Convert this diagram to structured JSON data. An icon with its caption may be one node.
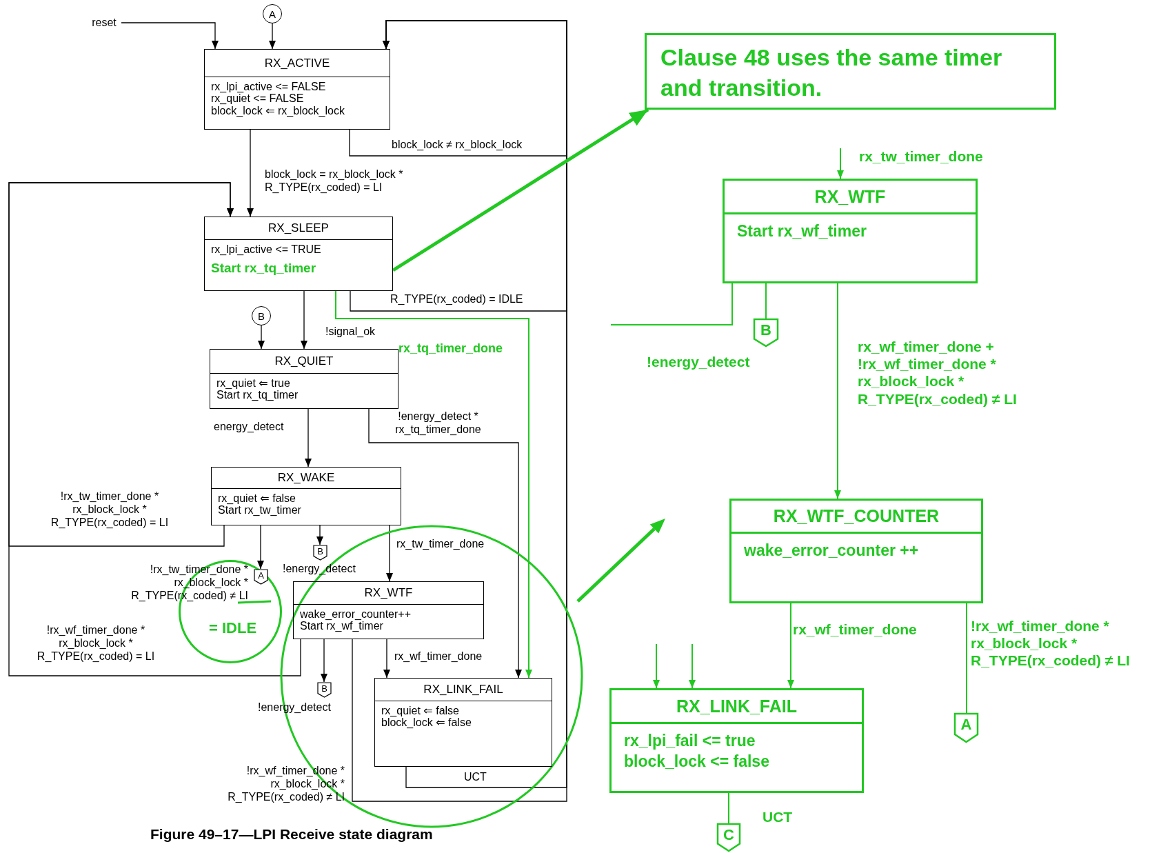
{
  "diagram": {
    "caption": "Figure 49–17—LPI Receive state diagram",
    "nodes": [
      {
        "text": [
          "reset"
        ]
      },
      {
        "text": [
          "A"
        ]
      },
      {
        "text": [
          "RX_ACTIVE",
          "rx_lpi_active <= FALSE",
          "rx_quiet <= FALSE",
          "block_lock ⇐ rx_block_lock"
        ]
      },
      {
        "text": [
          "RX_SLEEP",
          "rx_lpi_active <= TRUE",
          "Start rx_tq_timer"
        ]
      },
      {
        "text": [
          "B"
        ]
      },
      {
        "text": [
          "RX_QUIET",
          "rx_quiet ⇐ true",
          "Start rx_tq_timer"
        ]
      },
      {
        "text": [
          "RX_WAKE",
          "rx_quiet ⇐ false",
          "Start rx_tw_timer"
        ]
      },
      {
        "text": [
          "A"
        ],
        "in": 9
      },
      {
        "text": [
          "B"
        ]
      },
      {
        "text": [
          "= IDLE"
        ]
      },
      {
        "text": [
          "RX_WTF",
          "wake_error_counter++",
          "Start rx_wf_timer"
        ]
      },
      {
        "text": [
          "B"
        ]
      },
      {
        "text": [
          "RX_LINK_FAIL",
          "rx_quiet ⇐ false",
          "block_lock ⇐ false"
        ]
      },
      {
        "text": [
          "Clause 48 uses the same timer and transition."
        ]
      },
      {
        "text": [
          "RX_WTF",
          "Start rx_wf_timer"
        ]
      },
      {
        "text": [
          "B"
        ]
      },
      {
        "text": [
          "RX_WTF_COUNTER",
          "wake_error_counter ++"
        ]
      },
      {
        "text": [
          "RX_LINK_FAIL",
          "rx_lpi_fail <= true",
          "block_lock <= false"
        ]
      },
      {
        "text": [
          "A"
        ]
      },
      {
        "text": [
          "C"
        ]
      }
    ],
    "edges": [
      {
        "from": 0,
        "to": 2,
        "arrow": "to"
      },
      {
        "from": 1,
        "to": 2,
        "arrow": "to"
      },
      {
        "from": 2,
        "to": 2,
        "arrow": "to",
        "label": "block_lock ≠ rx_block_lock"
      },
      {
        "from": 2,
        "to": 3,
        "arrow": "to",
        "label": "block_lock = rx_block_lock * R_TYPE(rx_coded) = LI"
      },
      {
        "from": 3,
        "to": 2,
        "arrow": "to",
        "label": "R_TYPE(rx_coded) = IDLE"
      },
      {
        "from": 3,
        "to": 5,
        "arrow": "to",
        "label": "!signal_ok"
      },
      {
        "from": 4,
        "to": 5,
        "arrow": "to"
      },
      {
        "from": 3,
        "to": 12,
        "arrow": "to",
        "label": "rx_tq_timer_done",
        "color": "#22c822"
      },
      {
        "from": 5,
        "to": 6,
        "arrow": "to",
        "label": "energy_detect"
      },
      {
        "from": 5,
        "to": 12,
        "arrow": "to",
        "label": "!energy_detect * rx_tq_timer_done"
      },
      {
        "from": 6,
        "to": 3,
        "arrow": "to",
        "label": "!rx_tw_timer_done * rx_block_lock * R_TYPE(rx_coded) = LI"
      },
      {
        "from": 6,
        "to": 7,
        "arrow": "to",
        "label": "!rx_tw_timer_done * rx_block_lock * R_TYPE(rx_coded) ≠ LI"
      },
      {
        "from": 6,
        "to": 8,
        "arrow": "to",
        "label": "!energy_detect"
      },
      {
        "from": 6,
        "to": 10,
        "arrow": "to",
        "label": "rx_tw_timer_done"
      },
      {
        "from": 10,
        "to": 3,
        "arrow": "to",
        "label": "!rx_wf_timer_done * rx_block_lock * R_TYPE(rx_coded) = LI"
      },
      {
        "from": 10,
        "to": 11,
        "arrow": "to",
        "label": "!energy_detect"
      },
      {
        "from": 10,
        "to": 12,
        "arrow": "to",
        "label": "rx_wf_timer_done"
      },
      {
        "from": 10,
        "to": 2,
        "arrow": "to",
        "label": "!rx_wf_timer_done * rx_block_lock * R_TYPE(rx_coded) ≠ LI"
      },
      {
        "from": 12,
        "to": 2,
        "arrow": "to",
        "label": "UCT"
      },
      {
        "from": 3,
        "to": 13,
        "arrow": "to",
        "style": "thick",
        "color": "#22c822"
      },
      {
        "from": null,
        "to": 14,
        "arrow": "to",
        "label": "rx_tw_timer_done",
        "color": "#22c822"
      },
      {
        "from": 14,
        "to": null,
        "arrow": "none",
        "label": "!energy_detect",
        "color": "#22c822"
      },
      {
        "from": 14,
        "to": 15,
        "arrow": "none",
        "color": "#22c822"
      },
      {
        "from": 14,
        "to": 16,
        "arrow": "to",
        "label": "rx_wf_timer_done + !rx_wf_timer_done * rx_block_lock * R_TYPE(rx_coded) ≠ LI",
        "color": "#22c822"
      },
      {
        "from": 16,
        "to": 17,
        "arrow": "to",
        "label": "rx_wf_timer_done",
        "color": "#22c822"
      },
      {
        "from": 16,
        "to": 18,
        "arrow": "none",
        "label": "!rx_wf_timer_done * rx_block_lock * R_TYPE(rx_coded) ≠ LI",
        "color": "#22c822"
      },
      {
        "from": null,
        "to": 17,
        "arrow": "to",
        "color": "#22c822"
      },
      {
        "from": null,
        "to": 17,
        "arrow": "to",
        "color": "#22c822"
      },
      {
        "from": 17,
        "to": 19,
        "arrow": "none",
        "label": "UCT",
        "color": "#22c822"
      }
    ]
  }
}
